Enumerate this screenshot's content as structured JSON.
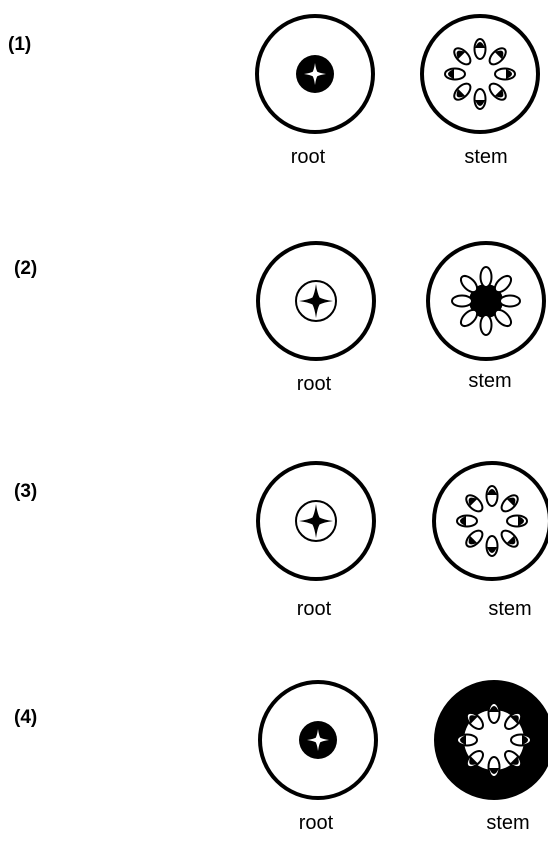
{
  "options": [
    {
      "number": "(1)",
      "root_label": "root",
      "stem_label": "stem",
      "root_style": "solid-core",
      "stem_style": "ring-of-bundles-dark-phloem"
    },
    {
      "number": "(2)",
      "root_label": "root",
      "stem_label": "stem",
      "root_style": "outlined-core-dark-star",
      "stem_style": "bundles-dark-center"
    },
    {
      "number": "(3)",
      "root_label": "root",
      "stem_label": "stem",
      "root_style": "outlined-core-dark-star",
      "stem_style": "ring-of-bundles-dark-phloem"
    },
    {
      "number": "(4)",
      "root_label": "root",
      "stem_label": "stem",
      "root_style": "solid-core",
      "stem_style": "dark-cortex-ring-of-bundles"
    }
  ],
  "colors": {
    "ink": "#000000",
    "paper": "#ffffff"
  }
}
